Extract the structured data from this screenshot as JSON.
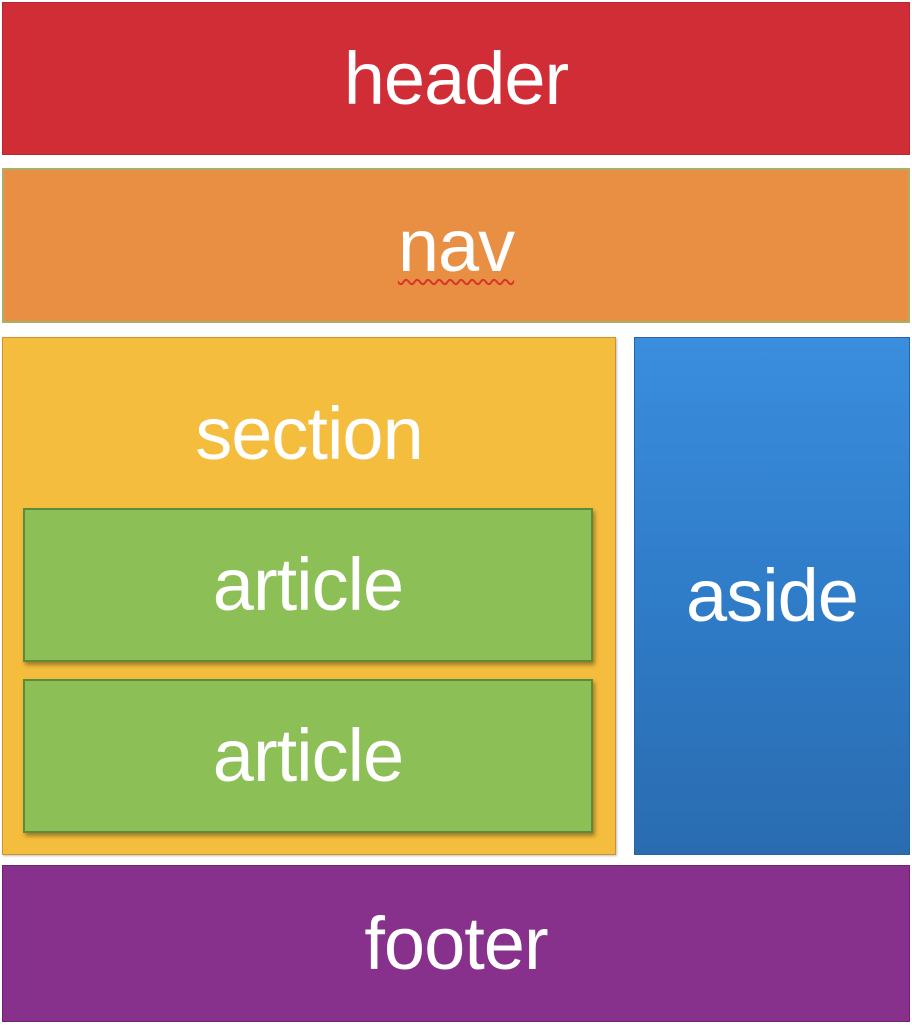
{
  "diagram": {
    "header": {
      "label": "header",
      "color": "#d12d36"
    },
    "nav": {
      "label": "nav",
      "color": "#e98f43"
    },
    "section": {
      "label": "section",
      "color": "#f5bd3d",
      "articles": [
        {
          "label": "article",
          "color": "#8cbf55"
        },
        {
          "label": "article",
          "color": "#8cbf55"
        }
      ]
    },
    "aside": {
      "label": "aside",
      "color": "#2f7cc8"
    },
    "footer": {
      "label": "footer",
      "color": "#87318c"
    }
  }
}
